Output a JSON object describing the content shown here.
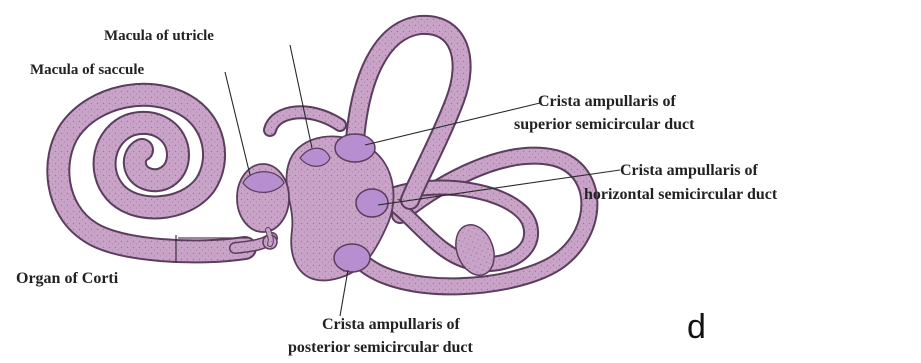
{
  "figure": {
    "panel_letter": "d",
    "colors": {
      "membrane": "#c79fc6",
      "membrane_outline": "#5b3d5d",
      "sensory_patch": "#b88ad0",
      "label_text": "#222222"
    },
    "labels": {
      "macula_utricle": "Macula of utricle",
      "macula_saccule": "Macula of saccule",
      "crista_superior_line1": "Crista ampullaris of",
      "crista_superior_line2": "superior semicircular duct",
      "crista_horizontal_line1": "Crista ampullaris of",
      "crista_horizontal_line2": "horizontal semicircular duct",
      "organ_corti": "Organ of Corti",
      "crista_posterior_line1": "Crista ampullaris of",
      "crista_posterior_line2": "posterior semicircular duct"
    }
  }
}
